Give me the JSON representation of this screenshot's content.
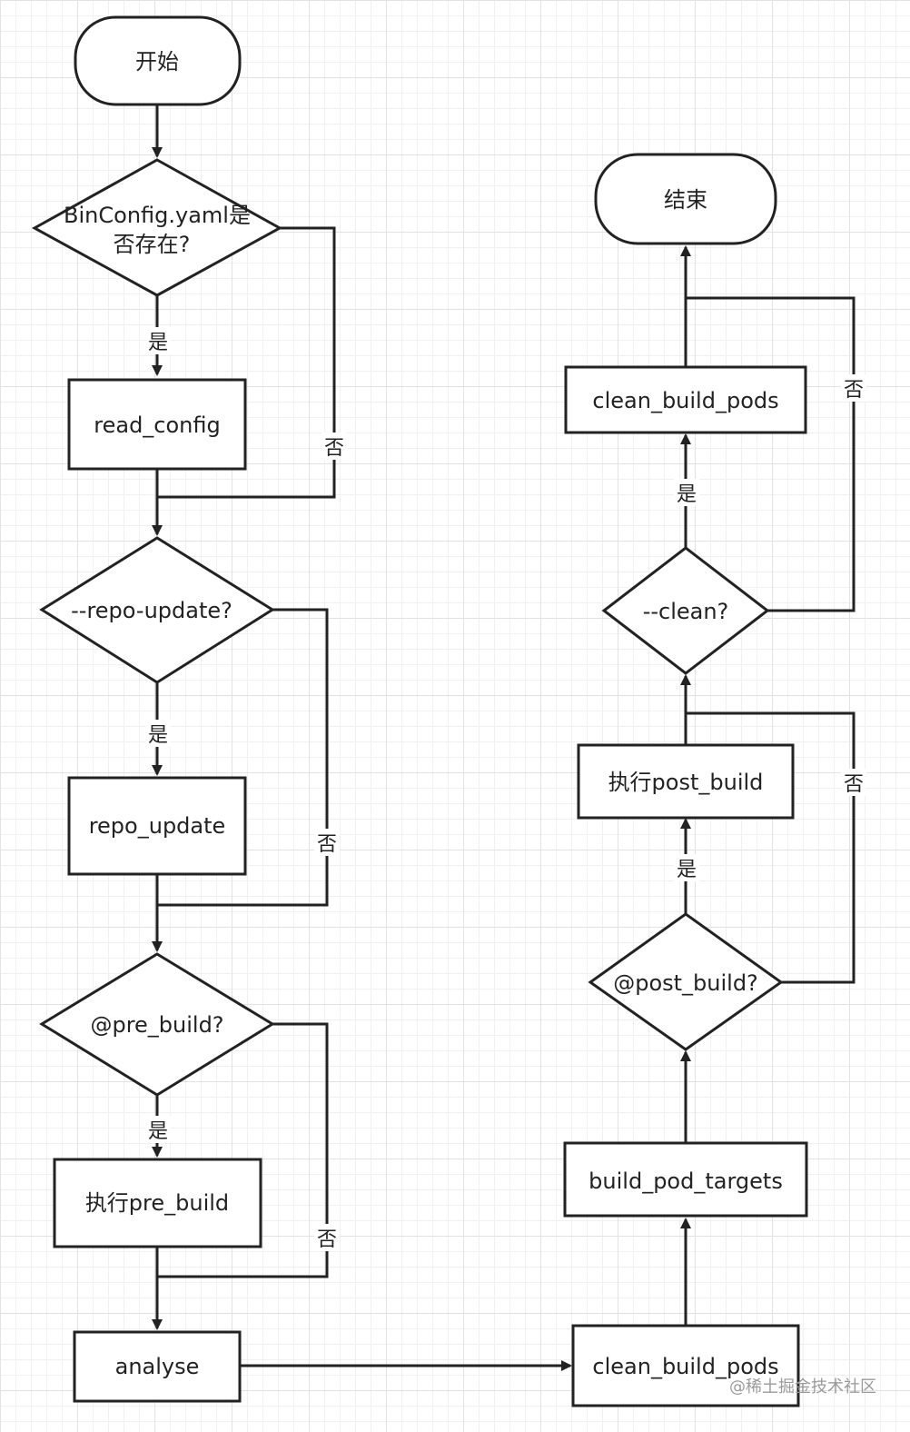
{
  "flowchart": {
    "start": "开始",
    "end": "结束",
    "decision_binconfig_line1": "BinConfig.yaml是",
    "decision_binconfig_line2": "否存在?",
    "read_config": "read_config",
    "decision_repo_update": "--repo-update?",
    "repo_update": "repo_update",
    "decision_pre_build": "@pre_build?",
    "exec_pre_build": "执行pre_build",
    "analyse": "analyse",
    "clean_build_pods_bottom": "clean_build_pods",
    "build_pod_targets": "build_pod_targets",
    "decision_post_build": "@post_build?",
    "exec_post_build": "执行post_build",
    "decision_clean": "--clean?",
    "clean_build_pods_top": "clean_build_pods",
    "yes": "是",
    "no": "否"
  },
  "watermark": "@稀土掘金技术社区"
}
